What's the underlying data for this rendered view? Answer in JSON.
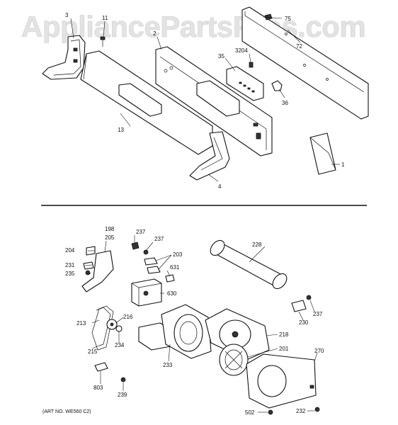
{
  "watermark": "AppliancePartsPros.com",
  "art_number": "(ART NO. WE560 C2)",
  "callouts": {
    "c1": "1",
    "c2": "2",
    "c3": "3",
    "c4": "4",
    "c11": "11",
    "c13": "13",
    "c35": "35",
    "c36": "36",
    "c72": "72",
    "c75": "75",
    "c3204": "3204",
    "c198": "198",
    "c201": "201",
    "c203": "203",
    "c204": "204",
    "c205": "205",
    "c213": "213",
    "c215": "215",
    "c216": "216",
    "c218": "218",
    "c228": "228",
    "c230": "230",
    "c231": "231",
    "c232": "232",
    "c233": "233",
    "c234": "234",
    "c235": "235",
    "c237a": "237",
    "c237b": "237",
    "c237c": "237",
    "c239": "239",
    "c270": "270",
    "c502": "502",
    "c630": "630",
    "c631": "631",
    "c803": "803"
  }
}
